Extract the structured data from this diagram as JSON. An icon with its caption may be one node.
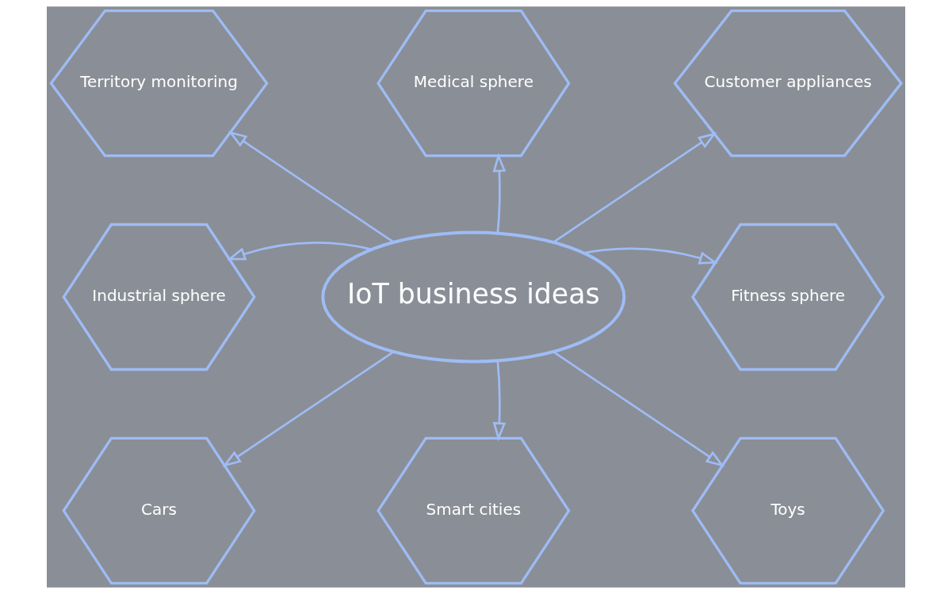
{
  "diagram": {
    "nodes": [
      {
        "text": [
          "Medical sphere"
        ]
      },
      {
        "text": [
          "Territory monitoring"
        ]
      },
      {
        "text": [
          "Customer appliances"
        ]
      },
      {
        "text": [
          "Industrial sphere"
        ]
      },
      {
        "text": [
          "IoT business ideas"
        ]
      },
      {
        "text": [
          "Fitness sphere"
        ]
      },
      {
        "text": [
          "Cars"
        ]
      },
      {
        "text": [
          "Toys"
        ]
      },
      {
        "text": [
          "Smart cities"
        ]
      }
    ],
    "edges": [
      {
        "from": 4,
        "to": 5,
        "arrow": "to"
      },
      {
        "from": 4,
        "to": 2,
        "arrow": "to"
      },
      {
        "from": 4,
        "to": 0,
        "arrow": "to"
      },
      {
        "from": 4,
        "to": 1,
        "arrow": "to"
      },
      {
        "from": 4,
        "to": 3,
        "arrow": "to"
      },
      {
        "from": 4,
        "to": 6,
        "arrow": "to"
      },
      {
        "from": 4,
        "to": 8,
        "arrow": "to"
      },
      {
        "from": 4,
        "to": 7,
        "arrow": "to"
      }
    ]
  }
}
